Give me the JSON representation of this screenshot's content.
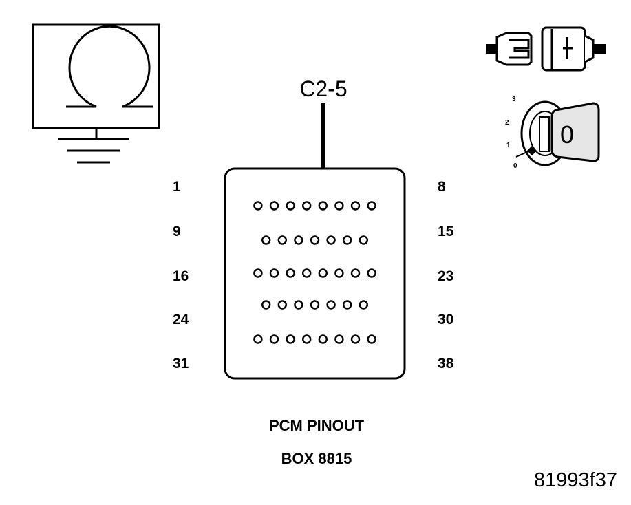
{
  "pointer_label": "C2-5",
  "title_line1": "PCM PINOUT",
  "title_line2": "BOX 8815",
  "figure_id": "81993f37",
  "pin_labels_left": [
    "1",
    "9",
    "16",
    "24",
    "31"
  ],
  "pin_labels_right": [
    "8",
    "15",
    "23",
    "30",
    "38"
  ],
  "connector_rows": [
    8,
    7,
    8,
    7,
    8
  ],
  "highlighted_pin": 5,
  "ignition": {
    "positions": [
      "3",
      "2",
      "1",
      "0"
    ],
    "key_position_label": "0"
  },
  "icons": {
    "ohmmeter": "ohmmeter-ground-icon",
    "connector": "connector-icon",
    "ignition": "ignition-key-icon"
  },
  "colors": {
    "ink": "#000000",
    "paper": "#ffffff",
    "key_fill": "#e6e6e6"
  }
}
